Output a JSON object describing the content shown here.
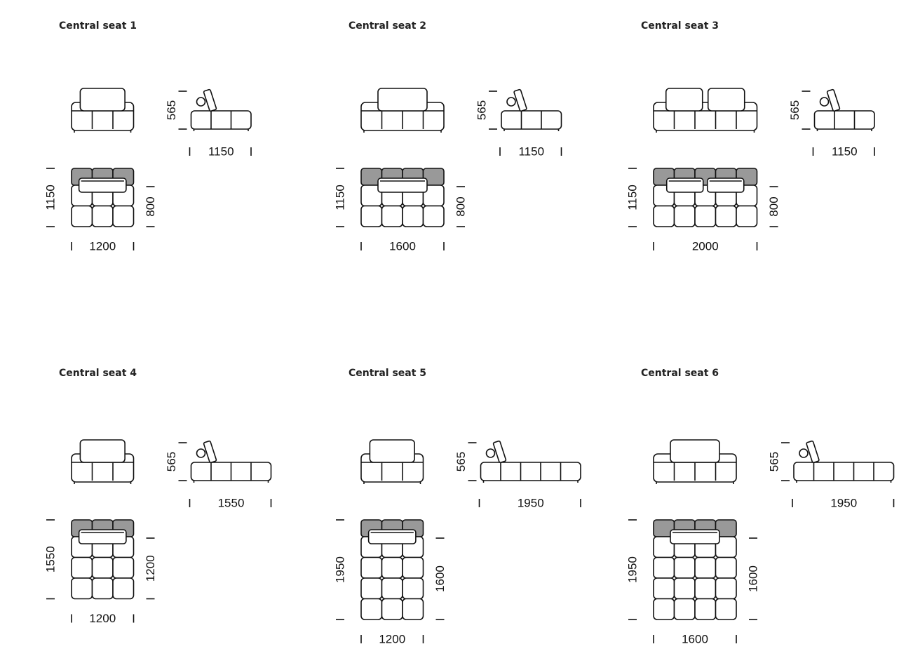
{
  "modules": [
    {
      "title": "Central seat 1",
      "front_cushions": 3,
      "front_pillows": 1,
      "side_seats": 3,
      "plan_cols": 3,
      "plan_rows": 2,
      "plan_pillows": 1,
      "height": "565",
      "side_width": "1150",
      "plan_depth": "1150",
      "seat_depth": "800",
      "plan_width": "1200"
    },
    {
      "title": "Central seat 2",
      "front_cushions": 4,
      "front_pillows": 1,
      "side_seats": 3,
      "plan_cols": 4,
      "plan_rows": 2,
      "plan_pillows": 1,
      "height": "565",
      "side_width": "1150",
      "plan_depth": "1150",
      "seat_depth": "800",
      "plan_width": "1600"
    },
    {
      "title": "Central seat 3",
      "front_cushions": 5,
      "front_pillows": 2,
      "side_seats": 3,
      "plan_cols": 5,
      "plan_rows": 2,
      "plan_pillows": 2,
      "height": "565",
      "side_width": "1150",
      "plan_depth": "1150",
      "seat_depth": "800",
      "plan_width": "2000"
    },
    {
      "title": "Central seat 4",
      "front_cushions": 3,
      "front_pillows": 1,
      "side_seats": 4,
      "plan_cols": 3,
      "plan_rows": 3,
      "plan_pillows": 1,
      "height": "565",
      "side_width": "1550",
      "plan_depth": "1550",
      "seat_depth": "1200",
      "plan_width": "1200"
    },
    {
      "title": "Central seat 5",
      "front_cushions": 3,
      "front_pillows": 1,
      "side_seats": 5,
      "plan_cols": 3,
      "plan_rows": 4,
      "plan_pillows": 1,
      "height": "565",
      "side_width": "1950",
      "plan_depth": "1950",
      "seat_depth": "1600",
      "plan_width": "1200"
    },
    {
      "title": "Central seat 6",
      "front_cushions": 4,
      "front_pillows": 1,
      "side_seats": 5,
      "plan_cols": 4,
      "plan_rows": 4,
      "plan_pillows": 1,
      "height": "565",
      "side_width": "1950",
      "plan_depth": "1950",
      "seat_depth": "1600",
      "plan_width": "1600"
    }
  ]
}
